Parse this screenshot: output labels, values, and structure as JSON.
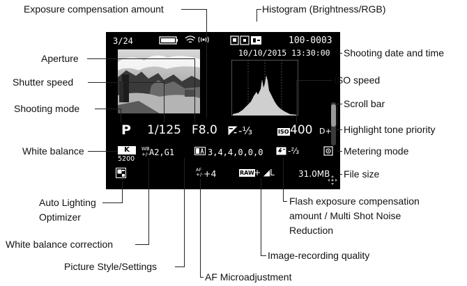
{
  "labels": {
    "exposure_comp_amount": "Exposure compensation amount",
    "histogram": "Histogram (Brightness/RGB)",
    "aperture": "Aperture",
    "shooting_date_time": "Shooting date and time",
    "shutter_speed": "Shutter speed",
    "iso_speed": "ISO speed",
    "shooting_mode": "Shooting mode",
    "scroll_bar": "Scroll bar",
    "highlight_tone_priority": "Highlight tone priority",
    "white_balance": "White balance",
    "metering_mode": "Metering mode",
    "file_size": "File size",
    "alo_line1": "Auto Lighting",
    "alo_line2": "Optimizer",
    "flash_line1": "Flash exposure compensation",
    "flash_line2": "amount / Multi Shot Noise",
    "flash_line3": "Reduction",
    "image_quality": "Image-recording quality",
    "wb_correction": "White balance correction",
    "picture_style": "Picture Style/Settings",
    "af_micro": "AF Microadjustment"
  },
  "screen": {
    "image_count": "3/24",
    "file_number": "100-0003",
    "datetime": "10/10/2015 13:30:00",
    "mode": "P",
    "shutter": "1/125",
    "aperture": "F8.0",
    "exp_comp": "-⅓",
    "iso_badge": "ISO",
    "iso": "400",
    "htp": "D+",
    "wb_k": "K",
    "wb_temp": "5200",
    "wb_shift_label": "WB",
    "wb_shift": "A2,G1",
    "ps_values": "3,4,4,0,0,0",
    "af_badge": "AF",
    "af_adjust": "+4",
    "raw_badge": "RAW",
    "plus_l": "+ ◢L",
    "flash_comp": "-⅔",
    "file_size": "31.0MB"
  }
}
